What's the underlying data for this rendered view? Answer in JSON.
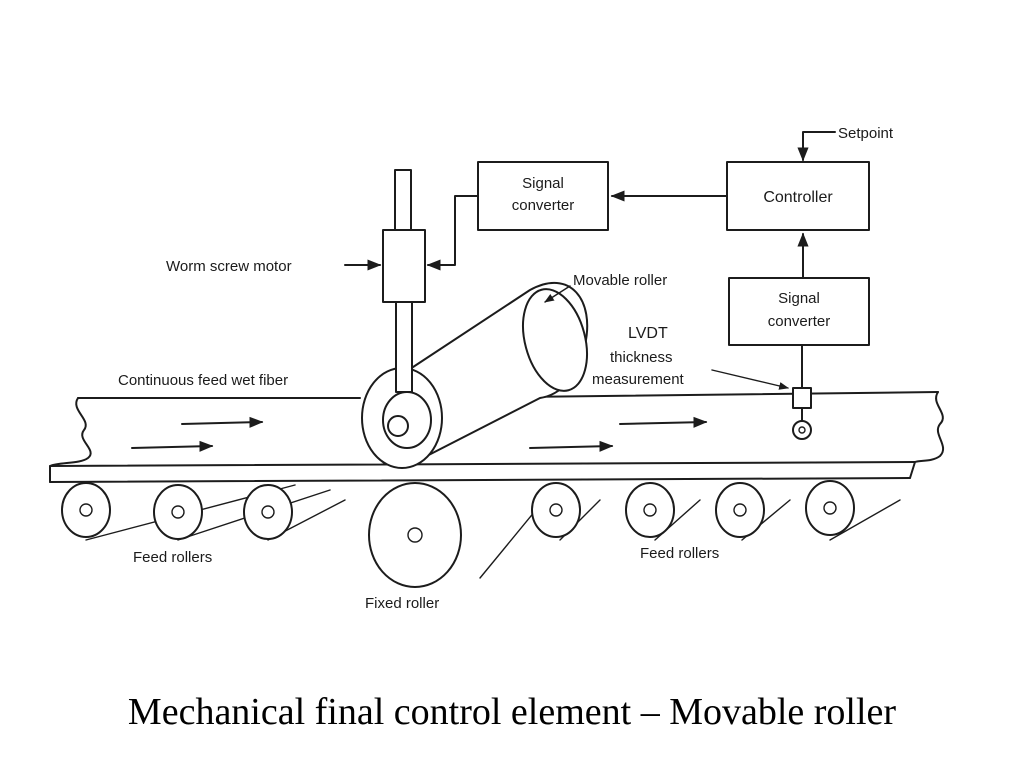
{
  "labels": {
    "setpoint": "Setpoint",
    "controller": "Controller",
    "signal_converter_top_1": "Signal",
    "signal_converter_top_2": "converter",
    "signal_converter_right_1": "Signal",
    "signal_converter_right_2": "converter",
    "worm_screw_motor": "Worm screw motor",
    "movable_roller": "Movable roller",
    "lvdt_1": "LVDT",
    "lvdt_2": "thickness",
    "lvdt_3": "measurement",
    "continuous_feed": "Continuous feed wet fiber",
    "feed_rollers_left": "Feed rollers",
    "feed_rollers_right": "Feed rollers",
    "fixed_roller": "Fixed roller"
  },
  "caption": "Mechanical final control element – Movable roller"
}
